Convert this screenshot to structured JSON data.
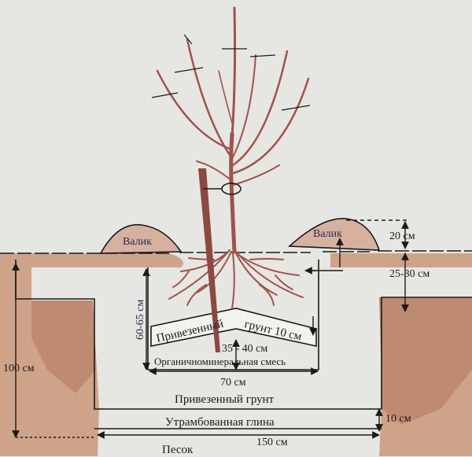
{
  "labels": {
    "valik_left": "Валик",
    "valik_right": "Валик",
    "dim_20": "20 см",
    "dim_25_30": "25-30 см",
    "dim_60_65": "60-65 см",
    "dim_100": "100 см",
    "dim_10_right": "10 см",
    "imported_soil_10_a": "Привезенный",
    "imported_soil_10_b": "грунт 10 см",
    "dim_35_40": "35 - 40 см",
    "organic_mix": "Органичноминеральная смесь",
    "dim_70": "70 см",
    "imported_soil": "Привезенный грунт",
    "compacted_clay": "Утрамбованная глина",
    "dim_150": "150 см",
    "sand": "Песок"
  },
  "colors": {
    "background": "#e6e6e3",
    "soil": "#c9987f",
    "soil_dark": "#b77a64",
    "tree": "#a0524a",
    "stake": "#8d4841",
    "line": "#1a1a1a",
    "mound": "#d7b4a3"
  }
}
